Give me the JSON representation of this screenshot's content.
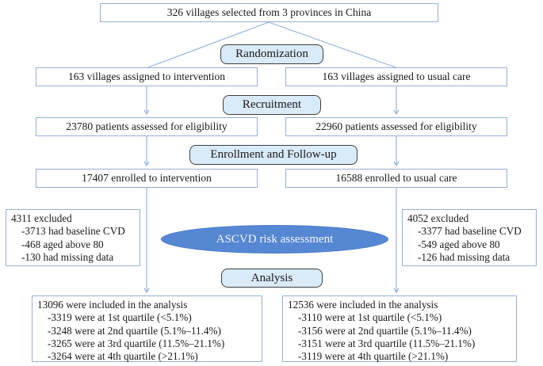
{
  "title_box": "326 villages selected from 3 provinces in China",
  "stages": {
    "randomization": "Randomization",
    "recruitment": "Recruitment",
    "enrollment": "Enrollment and Follow-up",
    "assessment": "ASCVD risk assessment",
    "analysis": "Analysis"
  },
  "left_arm": {
    "assigned": "163 villages assigned to intervention",
    "assessed": "23780 patients assessed for eligibility",
    "enrolled": "17407 enrolled to intervention",
    "excluded": {
      "title": "4311 excluded",
      "items": [
        "-3713 had baseline CVD",
        "-468 aged above 80",
        "-130 had missing data"
      ]
    },
    "analysis": {
      "title": "13096 were included in the analysis",
      "items": [
        "-3319 were at 1st quartile (<5.1%)",
        "-3248 were at 2nd quartile (5.1%–11.4%)",
        "-3265 were at 3rd quartile (11.5%–21.1%)",
        "-3264 were at 4th quartile (>21.1%)"
      ]
    }
  },
  "right_arm": {
    "assigned": "163 villages assigned to usual care",
    "assessed": "22960 patients assessed for eligibility",
    "enrolled": "16588 enrolled to usual care",
    "excluded": {
      "title": "4052 excluded",
      "items": [
        "-3377 had baseline CVD",
        "-549 aged above 80",
        "-126 had missing data"
      ]
    },
    "analysis": {
      "title": "12536 were included in the analysis",
      "items": [
        "-3110 were at 1st quartile (<5.1%)",
        "-3156 were at 2nd quartile (5.1%–11.4%)",
        "-3151 were at 3rd quartile (11.5%–21.1%)",
        "-3119 were at 4th quartile (>21.1%)"
      ]
    }
  },
  "colors": {
    "connector": "#92b1d7",
    "box_border": "#96b0d6",
    "stage_fill": "#d9eaf8",
    "stage_border": "#3f3f3f",
    "ellipse_fill": "#5687d2",
    "ellipse_text": "#f2f6fc"
  }
}
